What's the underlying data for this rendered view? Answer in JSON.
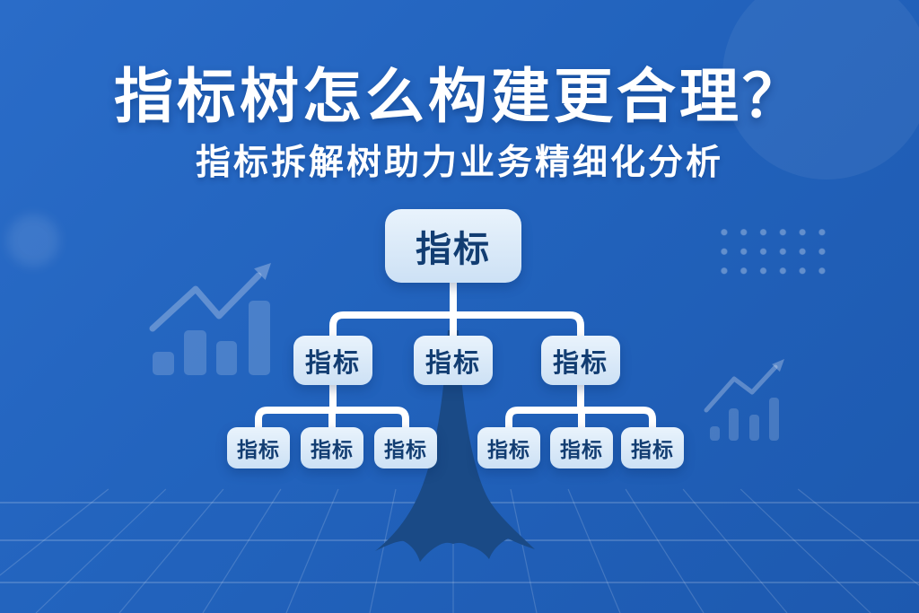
{
  "header": {
    "title": "指标树怎么构建更合理？",
    "subtitle": "指标拆解树助力业务精细化分析"
  },
  "tree": {
    "root": {
      "label": "指标"
    },
    "level2": [
      {
        "label": "指标"
      },
      {
        "label": "指标"
      },
      {
        "label": "指标"
      }
    ],
    "level3_left": [
      {
        "label": "指标"
      },
      {
        "label": "指标"
      },
      {
        "label": "指标"
      }
    ],
    "level3_right": [
      {
        "label": "指标"
      },
      {
        "label": "指标"
      },
      {
        "label": "指标"
      }
    ]
  },
  "decorations": {
    "left_icon": "bar-chart-with-growth-arrow",
    "right_icon": "bar-chart-with-growth-arrow",
    "dots_pattern": "dot-grid-6x3",
    "floor": "perspective-grid",
    "trunk": "tree-trunk-with-roots"
  },
  "colors": {
    "background": "#2263bd",
    "background_light": "#2a6cc8",
    "background_dark": "#1d59af",
    "node_fill_top": "#e9f3fc",
    "node_fill_bottom": "#cde1f5",
    "node_text": "#123d72",
    "connector": "#ffffff",
    "trunk": "#1a4a86",
    "title_text": "#ffffff"
  }
}
